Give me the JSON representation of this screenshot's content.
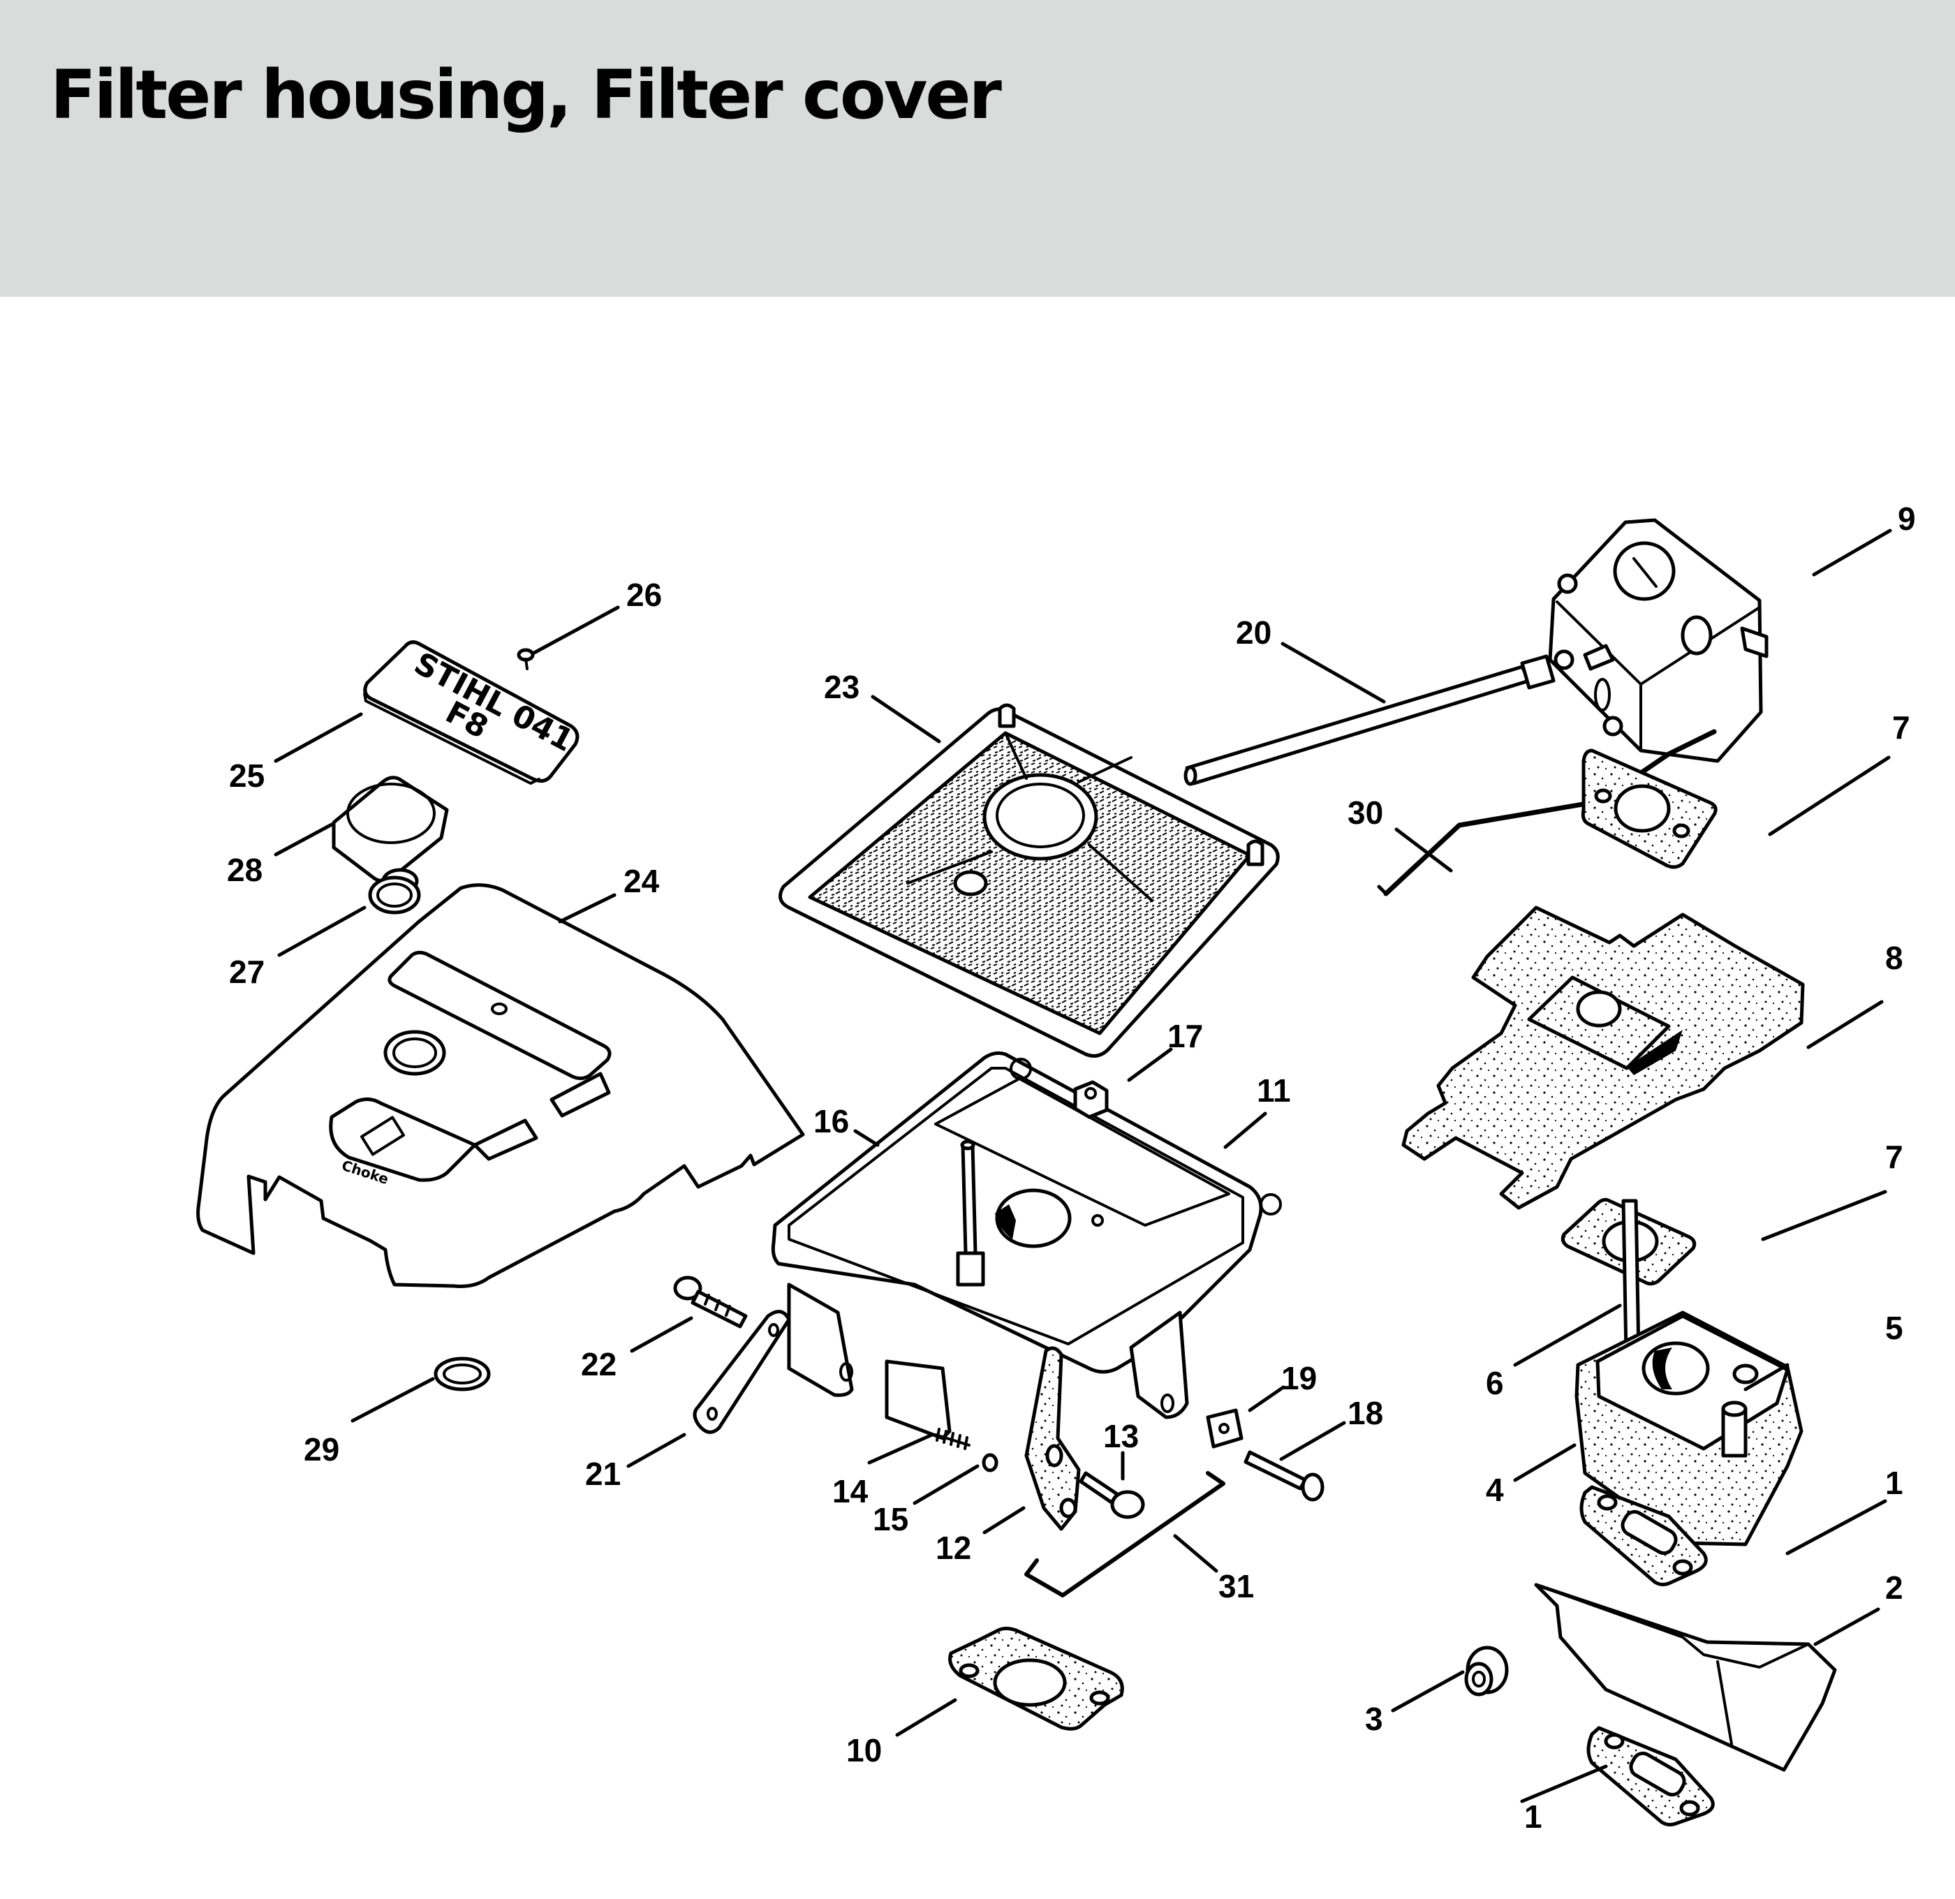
{
  "header": {
    "title": "Filter housing, Filter cover",
    "background_color": "#dadcdb"
  },
  "diagram": {
    "plate_text": {
      "line1": "STIHL 041",
      "line2": "F8"
    },
    "choke_text": "Choke",
    "callouts": [
      {
        "id": "1a",
        "number": "1",
        "part": "gasket"
      },
      {
        "id": "1b",
        "number": "1",
        "part": "gasket"
      },
      {
        "id": "2",
        "number": "2",
        "part": "shroud"
      },
      {
        "id": "3",
        "number": "3",
        "part": "grommet"
      },
      {
        "id": "4",
        "number": "4",
        "part": "manifold"
      },
      {
        "id": "5",
        "number": "5",
        "part": "manifold-nut"
      },
      {
        "id": "6",
        "number": "6",
        "part": "stud"
      },
      {
        "id": "7a",
        "number": "7",
        "part": "carburetor-gasket"
      },
      {
        "id": "7b",
        "number": "7",
        "part": "gasket"
      },
      {
        "id": "8",
        "number": "8",
        "part": "baffle-plate"
      },
      {
        "id": "9",
        "number": "9",
        "part": "carburetor"
      },
      {
        "id": "10",
        "number": "10",
        "part": "gasket"
      },
      {
        "id": "11",
        "number": "11",
        "part": "filter-housing"
      },
      {
        "id": "12",
        "number": "12",
        "part": "lever"
      },
      {
        "id": "13",
        "number": "13",
        "part": "screw"
      },
      {
        "id": "14",
        "number": "14",
        "part": "spring"
      },
      {
        "id": "15",
        "number": "15",
        "part": "ball"
      },
      {
        "id": "16",
        "number": "16",
        "part": "stud"
      },
      {
        "id": "17",
        "number": "17",
        "part": "nut"
      },
      {
        "id": "18",
        "number": "18",
        "part": "screw"
      },
      {
        "id": "19",
        "number": "19",
        "part": "washer"
      },
      {
        "id": "20",
        "number": "20",
        "part": "hose"
      },
      {
        "id": "21",
        "number": "21",
        "part": "link"
      },
      {
        "id": "22",
        "number": "22",
        "part": "screw"
      },
      {
        "id": "23",
        "number": "23",
        "part": "air-filter"
      },
      {
        "id": "24",
        "number": "24",
        "part": "filter-cover"
      },
      {
        "id": "25",
        "number": "25",
        "part": "model-plate"
      },
      {
        "id": "26",
        "number": "26",
        "part": "rivet"
      },
      {
        "id": "27",
        "number": "27",
        "part": "washer"
      },
      {
        "id": "28",
        "number": "28",
        "part": "knob"
      },
      {
        "id": "29",
        "number": "29",
        "part": "retaining-ring"
      },
      {
        "id": "30",
        "number": "30",
        "part": "choke-rod"
      },
      {
        "id": "31",
        "number": "31",
        "part": "throttle-rod"
      }
    ]
  }
}
